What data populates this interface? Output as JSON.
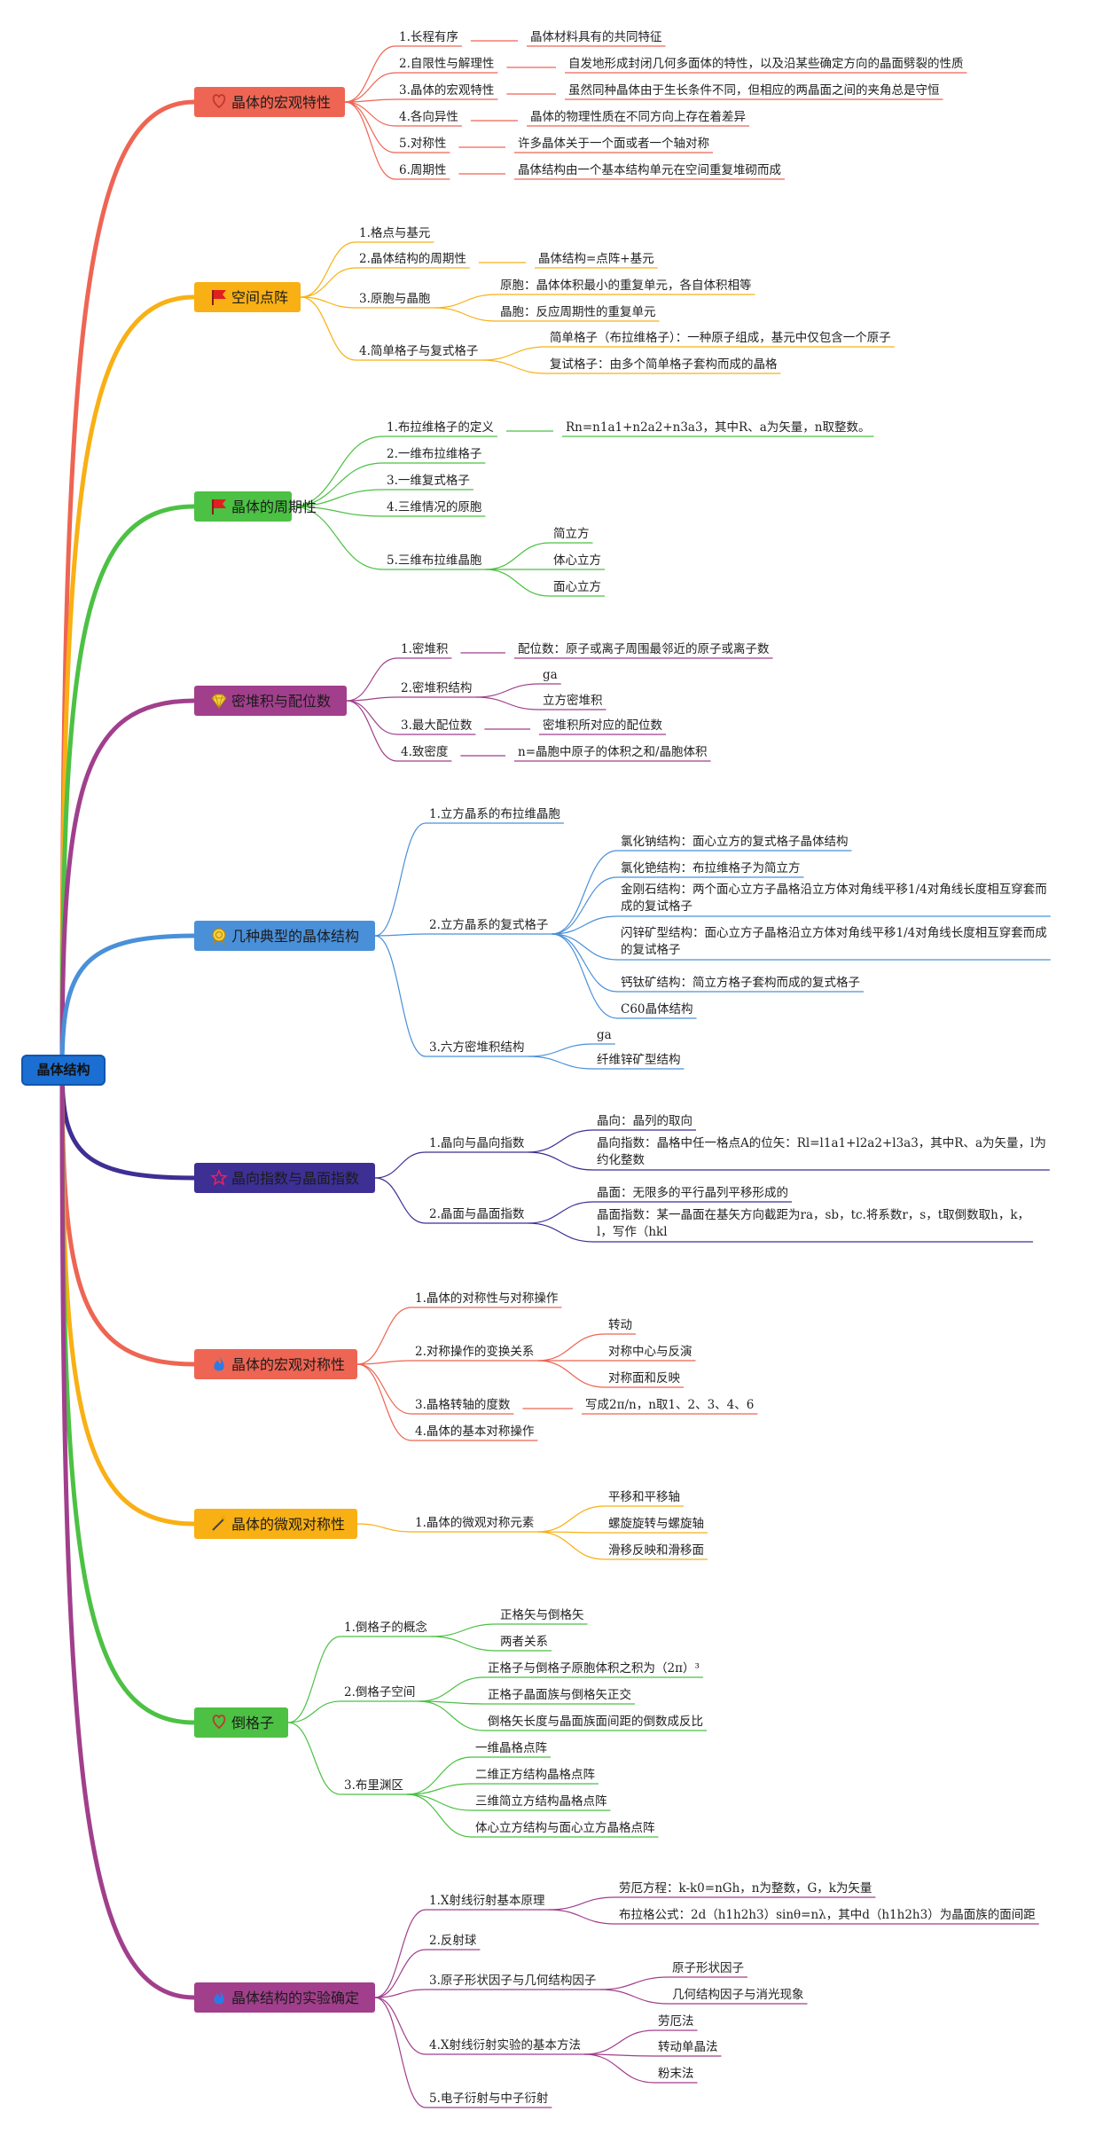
{
  "root": {
    "label": "晶体结构",
    "color": "#1b6ed2"
  },
  "branches": [
    {
      "label": "晶体的宏观特性",
      "color": "#ee6553",
      "icon": "heart-icon",
      "children": [
        {
          "label": "1.长程有序",
          "children": [
            {
              "label": "晶体材料具有的共同特征"
            }
          ]
        },
        {
          "label": "2.自限性与解理性",
          "children": [
            {
              "label": "自发地形成封闭几何多面体的特性，以及沿某些确定方向的晶面劈裂的性质"
            }
          ]
        },
        {
          "label": "3.晶体的宏观特性",
          "children": [
            {
              "label": "虽然同种晶体由于生长条件不同，但相应的两晶面之间的夹角总是守恒"
            }
          ]
        },
        {
          "label": "4.各向异性",
          "children": [
            {
              "label": "晶体的物理性质在不同方向上存在着差异"
            }
          ]
        },
        {
          "label": "5.对称性",
          "children": [
            {
              "label": "许多晶体关于一个面或者一个轴对称"
            }
          ]
        },
        {
          "label": "6.周期性",
          "children": [
            {
              "label": "晶体结构由一个基本结构单元在空间重复堆砌而成"
            }
          ]
        }
      ]
    },
    {
      "label": "空间点阵",
      "color": "#f8b014",
      "icon": "flag-icon",
      "children": [
        {
          "label": "1.格点与基元"
        },
        {
          "label": "2.晶体结构的周期性",
          "children": [
            {
              "label": "晶体结构=点阵+基元"
            }
          ]
        },
        {
          "label": "3.原胞与晶胞",
          "children": [
            {
              "label": "原胞：晶体体积最小的重复单元，各自体积相等"
            },
            {
              "label": "晶胞：反应周期性的重复单元"
            }
          ]
        },
        {
          "label": "4.简单格子与复式格子",
          "children": [
            {
              "label": "简单格子（布拉维格子）：一种原子组成，基元中仅包含一个原子"
            },
            {
              "label": "复试格子：由多个简单格子套构而成的晶格"
            }
          ]
        }
      ]
    },
    {
      "label": "晶体的周期性",
      "color": "#4cc144",
      "icon": "flag-icon",
      "children": [
        {
          "label": "1.布拉维格子的定义",
          "children": [
            {
              "label": "Rn=n1a1+n2a2+n3a3，其中R、a为矢量，n取整数。"
            }
          ]
        },
        {
          "label": "2.一维布拉维格子"
        },
        {
          "label": "3.一维复式格子"
        },
        {
          "label": "4.三维情况的原胞"
        },
        {
          "label": "5.三维布拉维晶胞",
          "children": [
            {
              "label": "简立方"
            },
            {
              "label": "体心立方"
            },
            {
              "label": "面心立方"
            }
          ]
        }
      ]
    },
    {
      "label": "密堆积与配位数",
      "color": "#a13f8c",
      "icon": "diamond-icon",
      "children": [
        {
          "label": "1.密堆积",
          "children": [
            {
              "label": "配位数：原子或离子周围最邻近的原子或离子数"
            }
          ]
        },
        {
          "label": "2.密堆积结构",
          "children": [
            {
              "label": "ga"
            },
            {
              "label": "立方密堆积"
            }
          ]
        },
        {
          "label": "3.最大配位数",
          "children": [
            {
              "label": "密堆积所对应的配位数"
            }
          ]
        },
        {
          "label": "4.致密度",
          "children": [
            {
              "label": "n=晶胞中原子的体积之和/晶胞体积"
            }
          ]
        }
      ]
    },
    {
      "label": "几种典型的晶体结构",
      "color": "#4a90d9",
      "icon": "medal-icon",
      "children": [
        {
          "label": "1.立方晶系的布拉维晶胞"
        },
        {
          "label": "2.立方晶系的复式格子",
          "children": [
            {
              "label": "氯化钠结构：面心立方的复式格子晶体结构"
            },
            {
              "label": "氯化铯结构：布拉维格子为简立方"
            },
            {
              "label": "金刚石结构：两个面心立方子晶格沿立方体对角线平移1/4对角线长度相互穿套而成的复试格子"
            },
            {
              "label": "闪锌矿型结构：面心立方子晶格沿立方体对角线平移1/4对角线长度相互穿套而成的复试格子"
            },
            {
              "label": "钙钛矿结构：简立方格子套构而成的复式格子"
            },
            {
              "label": "C60晶体结构"
            }
          ]
        },
        {
          "label": "3.六方密堆积结构",
          "children": [
            {
              "label": "ga"
            },
            {
              "label": "纤维锌矿型结构"
            }
          ]
        }
      ]
    },
    {
      "label": "晶向指数与晶面指数",
      "color": "#3d2f94",
      "icon": "star-icon",
      "children": [
        {
          "label": "1.晶向与晶向指数",
          "children": [
            {
              "label": "晶向：晶列的取向"
            },
            {
              "label": "晶向指数：晶格中任一格点A的位矢：Rl=l1a1+l2a2+l3a3，其中R、a为矢量，l为约化整数"
            }
          ]
        },
        {
          "label": "2.晶面与晶面指数",
          "children": [
            {
              "label": "晶面：无限多的平行晶列平移形成的"
            },
            {
              "label": "晶面指数：某一晶面在基矢方向截距为ra，sb，tc.将系数r，s，t取倒数取h，k，l，写作（hkl"
            }
          ]
        }
      ]
    },
    {
      "label": "晶体的宏观对称性",
      "color": "#ee6553",
      "icon": "flame-icon",
      "children": [
        {
          "label": "1.晶体的对称性与对称操作"
        },
        {
          "label": "2.对称操作的变换关系",
          "children": [
            {
              "label": "转动"
            },
            {
              "label": "对称中心与反演"
            },
            {
              "label": "对称面和反映"
            }
          ]
        },
        {
          "label": "3.晶格转轴的度数",
          "children": [
            {
              "label": "写成2π/n，n取1、2、3、4、6"
            }
          ]
        },
        {
          "label": "4.晶体的基本对称操作"
        }
      ]
    },
    {
      "label": "晶体的微观对称性",
      "color": "#f8b014",
      "icon": "wand-icon",
      "children": [
        {
          "label": "1.晶体的微观对称元素",
          "children": [
            {
              "label": "平移和平移轴"
            },
            {
              "label": "螺旋旋转与螺旋轴"
            },
            {
              "label": "滑移反映和滑移面"
            }
          ]
        }
      ]
    },
    {
      "label": "倒格子",
      "color": "#4cc144",
      "icon": "heart-icon",
      "children": [
        {
          "label": "1.倒格子的概念",
          "children": [
            {
              "label": "正格矢与倒格矢"
            },
            {
              "label": "两者关系"
            }
          ]
        },
        {
          "label": "2.倒格子空间",
          "children": [
            {
              "label": "正格子与倒格子原胞体积之积为（2π）³"
            },
            {
              "label": "正格子晶面族与倒格矢正交"
            },
            {
              "label": "倒格矢长度与晶面族面间距的倒数成反比"
            }
          ]
        },
        {
          "label": "3.布里渊区",
          "children": [
            {
              "label": "一维晶格点阵"
            },
            {
              "label": "二维正方结构晶格点阵"
            },
            {
              "label": "三维简立方结构晶格点阵"
            },
            {
              "label": "体心立方结构与面心立方晶格点阵"
            }
          ]
        }
      ]
    },
    {
      "label": "晶体结构的实验确定",
      "color": "#a13f8c",
      "icon": "flame-icon",
      "children": [
        {
          "label": "1.X射线衍射基本原理",
          "children": [
            {
              "label": "劳厄方程：k-k0=nGh，n为整数，G，k为矢量"
            },
            {
              "label": "布拉格公式：2d（h1h2h3）sinθ=nλ，其中d（h1h2h3）为晶面族的面间距"
            }
          ]
        },
        {
          "label": "2.反射球"
        },
        {
          "label": "3.原子形状因子与几何结构因子",
          "children": [
            {
              "label": "原子形状因子"
            },
            {
              "label": "几何结构因子与消光现象"
            }
          ]
        },
        {
          "label": "4.X射线衍射实验的基本方法",
          "children": [
            {
              "label": "劳厄法"
            },
            {
              "label": "转动单晶法"
            },
            {
              "label": "粉末法"
            }
          ]
        },
        {
          "label": "5.电子衍射与中子衍射"
        }
      ]
    }
  ]
}
